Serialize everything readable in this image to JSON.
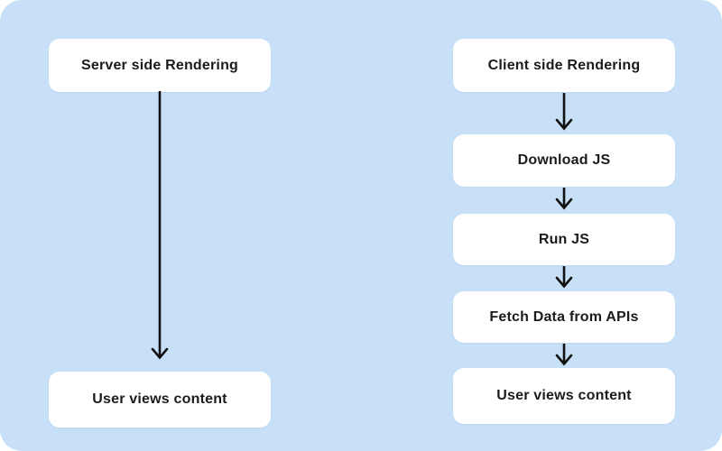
{
  "canvas": {
    "background_color": "#C7E0F7",
    "node_color": "#FFFFFF",
    "text_color": "#1B1B1B",
    "arrow_color": "#111111"
  },
  "flows": [
    {
      "id": "server-side-rendering-flow",
      "nodes": [
        {
          "label": "Server side Rendering"
        },
        {
          "label": "User views content"
        }
      ]
    },
    {
      "id": "client-side-rendering-flow",
      "nodes": [
        {
          "label": "Client side Rendering"
        },
        {
          "label": "Download JS"
        },
        {
          "label": "Run JS"
        },
        {
          "label": "Fetch Data from APIs"
        },
        {
          "label": "User views content"
        }
      ]
    }
  ]
}
